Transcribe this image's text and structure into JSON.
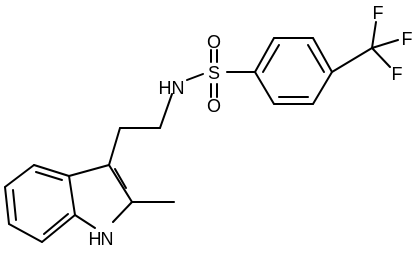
{
  "molecule": {
    "labels": {
      "n_sulfonamide": "N",
      "h_sulfonamide": "H",
      "s_sulfonyl": "S",
      "o_top": "O",
      "o_bottom": "O",
      "f_top": "F",
      "f_right": "F",
      "f_bottom": "F",
      "h_indole": "H",
      "n_indole": "N"
    },
    "colors": {
      "ink": "#000000",
      "background": "#ffffff"
    }
  }
}
